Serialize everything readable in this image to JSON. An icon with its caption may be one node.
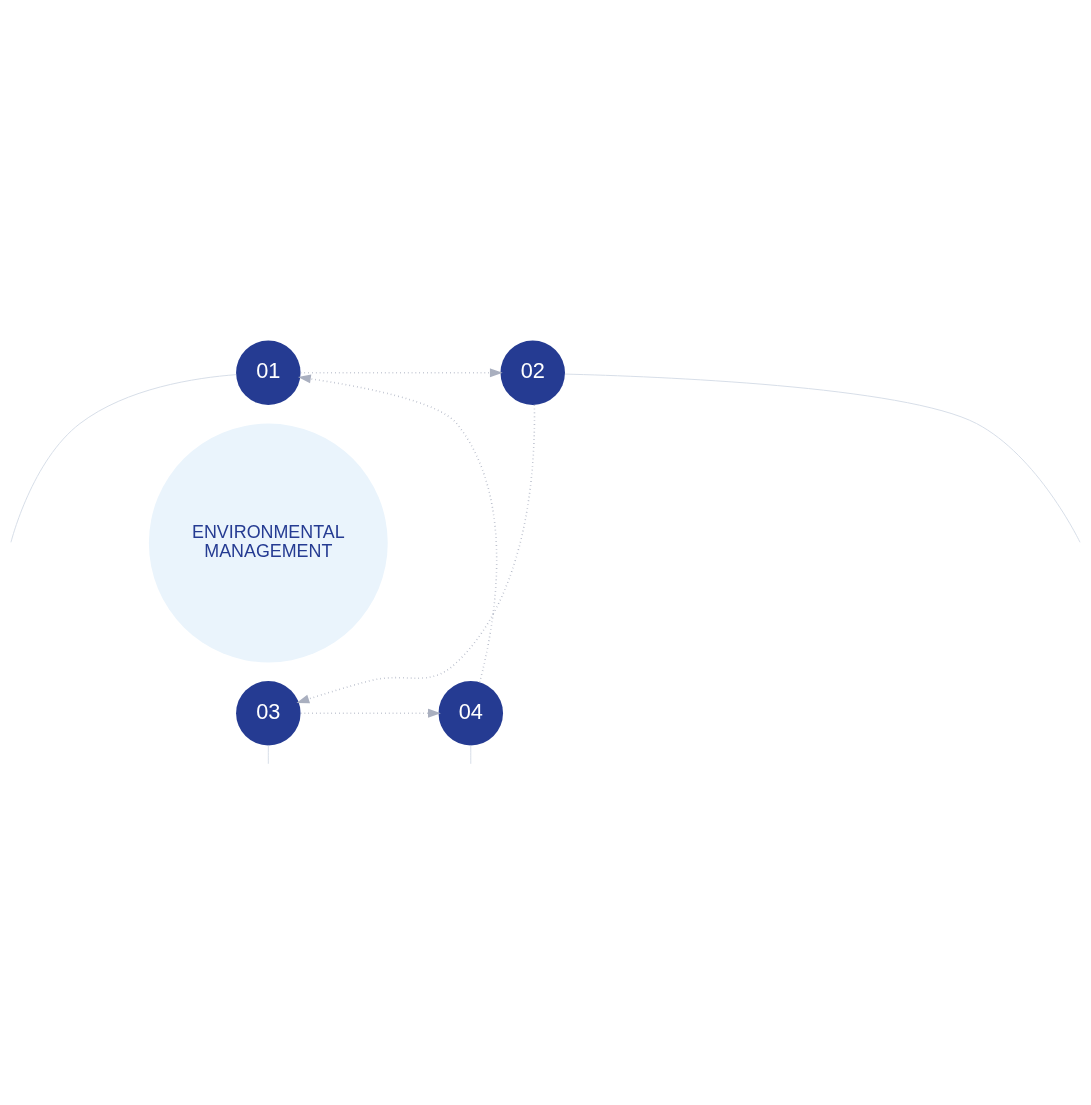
{
  "diagram": {
    "nodes": [
      {
        "text": [
          "01"
        ]
      },
      {
        "text": [
          "02"
        ]
      },
      {
        "text": [
          "03"
        ]
      },
      {
        "text": [
          "04"
        ]
      },
      {
        "text": [
          "ENVIRONMENTAL MANAGEMENT"
        ]
      }
    ],
    "edges": [
      {
        "from": 0,
        "to": 1,
        "arrow": "to",
        "style": "dashed"
      },
      {
        "from": 1,
        "to": 2,
        "arrow": "to",
        "style": "dashed"
      },
      {
        "from": 2,
        "to": 3,
        "arrow": "to",
        "style": "dashed"
      },
      {
        "from": 3,
        "to": 0,
        "arrow": "to",
        "style": "dashed"
      },
      {
        "from": 0,
        "to": null,
        "arrow": "none",
        "color": "#d5dde7"
      },
      {
        "from": 1,
        "to": null,
        "arrow": "none",
        "color": "#d5dde7"
      },
      {
        "from": 2,
        "to": null,
        "arrow": "none",
        "color": "#d5dde7"
      },
      {
        "from": 3,
        "to": null,
        "arrow": "none",
        "color": "#d5dde7"
      }
    ]
  }
}
